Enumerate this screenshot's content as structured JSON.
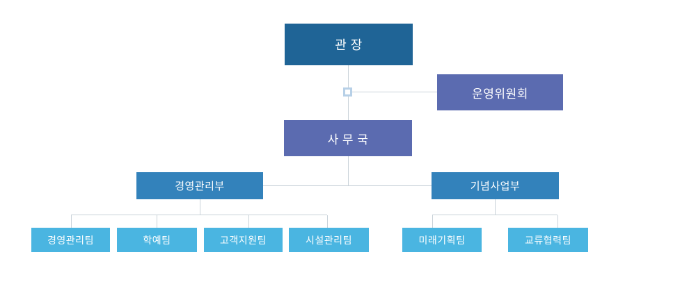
{
  "colors": {
    "page_bg": "#ffffff",
    "director_bg": "#1f6496",
    "admin_bg": "#5b6bb0",
    "dept_bg": "#3382bb",
    "team_bg": "#4ab5e1",
    "line": "#c9d2d9",
    "node_border": "#b7d0e7",
    "text": "#ffffff"
  },
  "org": {
    "director": "관 장",
    "committee": "운영위원회",
    "secretariat": "사 무 국",
    "departments": [
      {
        "label": "경영관리부",
        "teams": [
          "경영관리팀",
          "학예팀",
          "고객지원팀",
          "시설관리팀"
        ]
      },
      {
        "label": "기념사업부",
        "teams": [
          "미래기획팀",
          "교류협력팀"
        ]
      }
    ]
  }
}
